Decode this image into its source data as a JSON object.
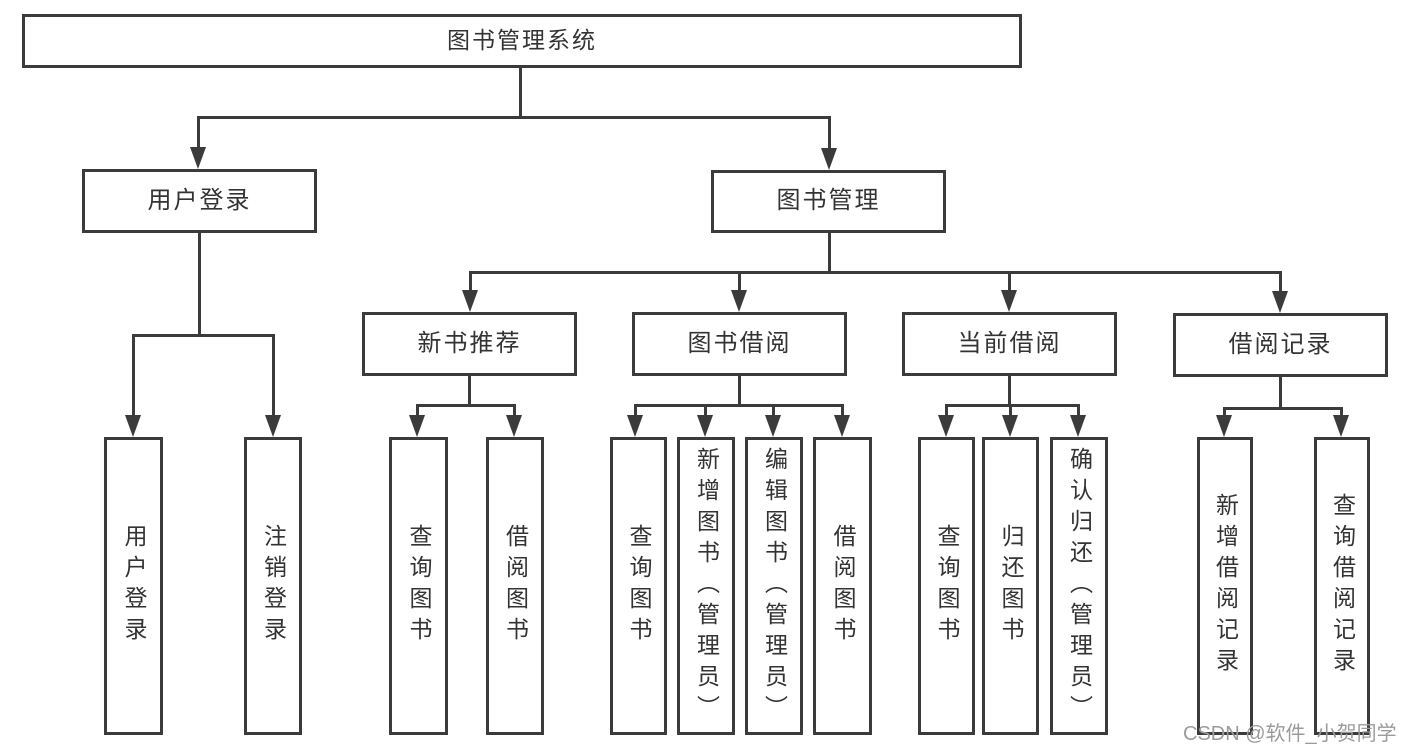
{
  "colors": {
    "line": "#3b3b3b",
    "text": "#333333",
    "wm": "#9b9b9b",
    "bg": "#ffffff"
  },
  "nodes": {
    "root": {
      "label": "图书管理系统"
    },
    "level2": [
      {
        "label": "用户登录"
      },
      {
        "label": "图书管理"
      }
    ],
    "level3": [
      {
        "label": "新书推荐",
        "parent": "图书管理"
      },
      {
        "label": "图书借阅",
        "parent": "图书管理"
      },
      {
        "label": "当前借阅",
        "parent": "图书管理"
      },
      {
        "label": "借阅记录",
        "parent": "图书管理"
      }
    ],
    "leaves": [
      {
        "label": "用户登录",
        "parent": "用户登录"
      },
      {
        "label": "注销登录",
        "parent": "用户登录"
      },
      {
        "label": "查询图书",
        "parent": "新书推荐"
      },
      {
        "label": "借阅图书",
        "parent": "新书推荐"
      },
      {
        "label": "查询图书",
        "parent": "图书借阅"
      },
      {
        "label": "新增图书（管理员）",
        "parent": "图书借阅"
      },
      {
        "label": "编辑图书（管理员）",
        "parent": "图书借阅"
      },
      {
        "label": "借阅图书",
        "parent": "图书借阅"
      },
      {
        "label": "查询图书",
        "parent": "当前借阅"
      },
      {
        "label": "归还图书",
        "parent": "当前借阅"
      },
      {
        "label": "确认归还（管理员）",
        "parent": "当前借阅"
      },
      {
        "label": "新增借阅记录",
        "parent": "借阅记录"
      },
      {
        "label": "查询借阅记录",
        "parent": "借阅记录"
      }
    ]
  },
  "watermark": {
    "text": "CSDN @软件_小贺同学"
  }
}
